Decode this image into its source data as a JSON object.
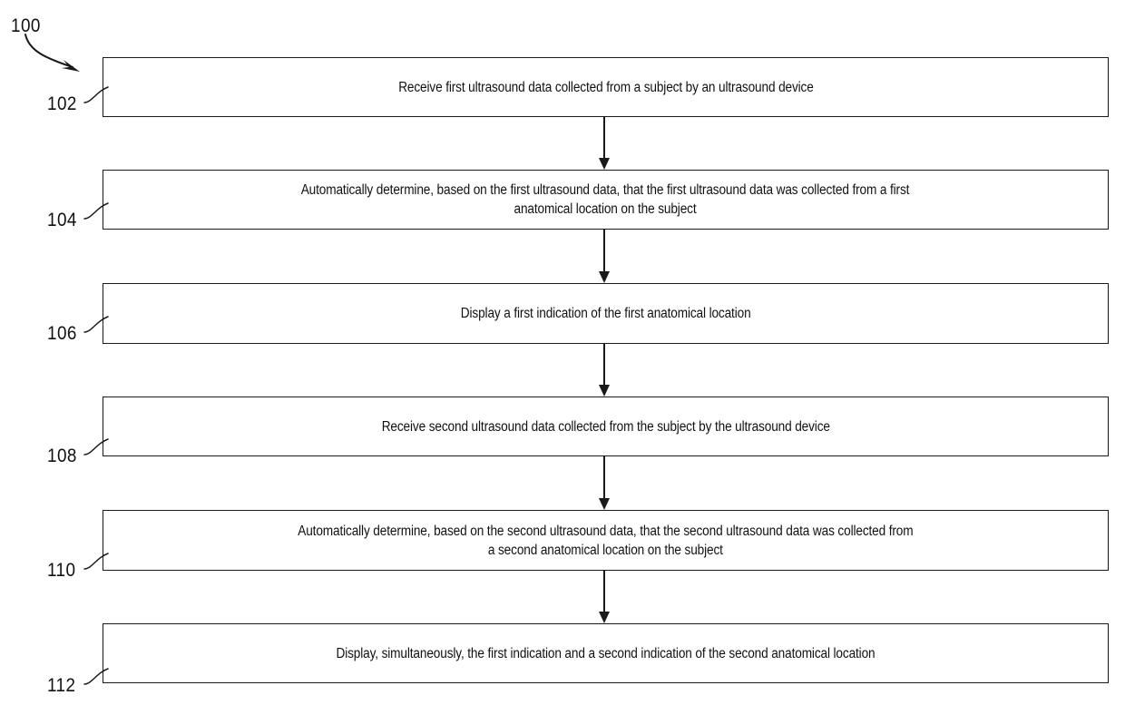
{
  "figure": {
    "label": "100",
    "type": "patent-flowchart",
    "orientation": "vertical",
    "background_color": "#ffffff",
    "line_color": "#1a1a1a"
  },
  "steps": [
    {
      "ref": "102",
      "text": "Receive first ultrasound data collected from a subject by an ultrasound device",
      "lines": 1
    },
    {
      "ref": "104",
      "text": "Automatically determine, based on the first ultrasound data, that the first ultrasound data was collected from a first\nanatomical location on the subject",
      "lines": 2
    },
    {
      "ref": "106",
      "text": "Display a first indication of the first anatomical location",
      "lines": 1
    },
    {
      "ref": "108",
      "text": "Receive second ultrasound data collected from the subject by the ultrasound device",
      "lines": 1
    },
    {
      "ref": "110",
      "text": "Automatically determine, based on the second ultrasound data, that the second ultrasound data was collected from\na second anatomical location on the subject",
      "lines": 2
    },
    {
      "ref": "112",
      "text": "Display, simultaneously, the first indication and a second indication of the second anatomical location",
      "lines": 1
    }
  ],
  "connectors": [
    {
      "from": "102",
      "to": "104",
      "style": "arrow-down"
    },
    {
      "from": "104",
      "to": "106",
      "style": "arrow-down"
    },
    {
      "from": "106",
      "to": "108",
      "style": "arrow-down"
    },
    {
      "from": "108",
      "to": "110",
      "style": "arrow-down"
    },
    {
      "from": "110",
      "to": "112",
      "style": "arrow-down"
    }
  ]
}
